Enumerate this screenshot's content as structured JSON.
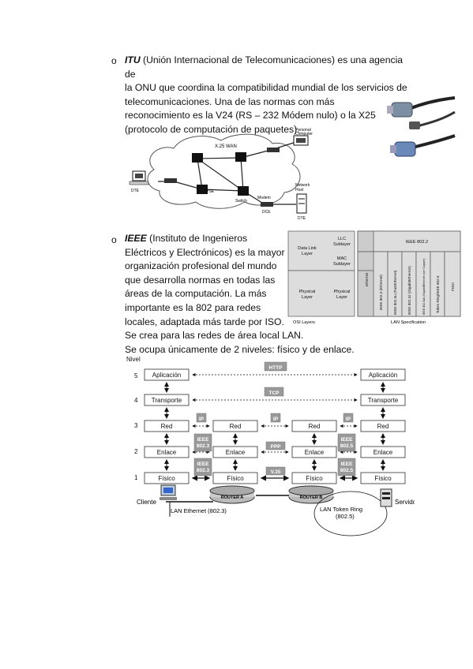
{
  "itu": {
    "bullet": "o",
    "abbr": "ITU",
    "lines": [
      " (Unión Internacional de Telecomunicaciones) es una agencia de",
      "la ONU que coordina la compatibilidad mundial de los servicios de",
      "telecomunicaciones. Una de las normas con más",
      "reconocimiento es la V24 (RS – 232 Módem nulo) o la X25",
      "(protocolo de computación de paquetes)."
    ]
  },
  "wan_diagram": {
    "cloud_label": "X.25 WAN",
    "pc_label": "Personal\nComputer",
    "pc_label_1": "Personal",
    "pc_label_2": "Computer",
    "dte_left": "DTE",
    "pse": "PSE",
    "switch": "Switch",
    "modem": "Modem",
    "dce": "DCE",
    "host_1": "Network",
    "host_2": "Host",
    "dte_right": "DTE"
  },
  "ieee": {
    "bullet": "o",
    "abbr": "IEEE",
    "lines": [
      " (Instituto de Ingenieros",
      "Eléctricos y Electrónicos) es la mayor",
      "organización profesional del mundo",
      "que desarrolla normas en todas las",
      "áreas de la computación. La más",
      "importante es la 802 para redes",
      "locales, adaptada más tarde por ISO.",
      "Se crea para las redes de área local LAN.",
      "Se ocupa únicamente de 2 niveles: físico y de enlace."
    ]
  },
  "osi_table": {
    "data_link": "Data Link\nLayer",
    "data_link_1": "Data Link",
    "data_link_2": "Layer",
    "physical_1": "Physical",
    "physical_2": "Layer",
    "llc_1": "LLC",
    "llc_2": "Sublayer",
    "mac_1": "MAC",
    "mac_2": "Sublayer",
    "phys_1": "Physical",
    "phys_2": "Layer",
    "ethernet": "Ethernet",
    "ieee_8022": "IEEE 802.2",
    "columns": [
      "IEEE 802.3 (Ethernet)",
      "IEEE 802.3u (FastEthernet)",
      "IEEE 802.3z (GigabitEthernet)",
      "IEEE 802.3ab (GigabitEthernet over Copper)",
      "Token Ring/IEEE 802.5",
      "FDDI"
    ],
    "osi_caption": "OSI Layers",
    "lan_caption": "LAN Specification"
  },
  "layers_diagram": {
    "nivel": "Nivel",
    "levels": [
      "5",
      "4",
      "3",
      "2",
      "1"
    ],
    "aplicacion": "Aplicación",
    "transporte": "Transporte",
    "red": "Red",
    "enlace": "Enlace",
    "fisico": "Físico",
    "http": "HTTP",
    "tcp": "TCP",
    "ip": "IP",
    "ieee_8023_1": "IEEE",
    "ieee_8023_2": "802.3",
    "ieee_8025_1": "IEEE",
    "ieee_8025_2": "802.5",
    "ppp": "PPP",
    "v35": "V.35",
    "cliente": "Cliente",
    "servidor": "Servidor",
    "router_a": "ROUTER A",
    "router_b": "ROUTER B",
    "lan_ethernet": "LAN Ethernet (802.3)",
    "lan_token_1": "LAN Token Ring",
    "lan_token_2": "(802.5)"
  }
}
